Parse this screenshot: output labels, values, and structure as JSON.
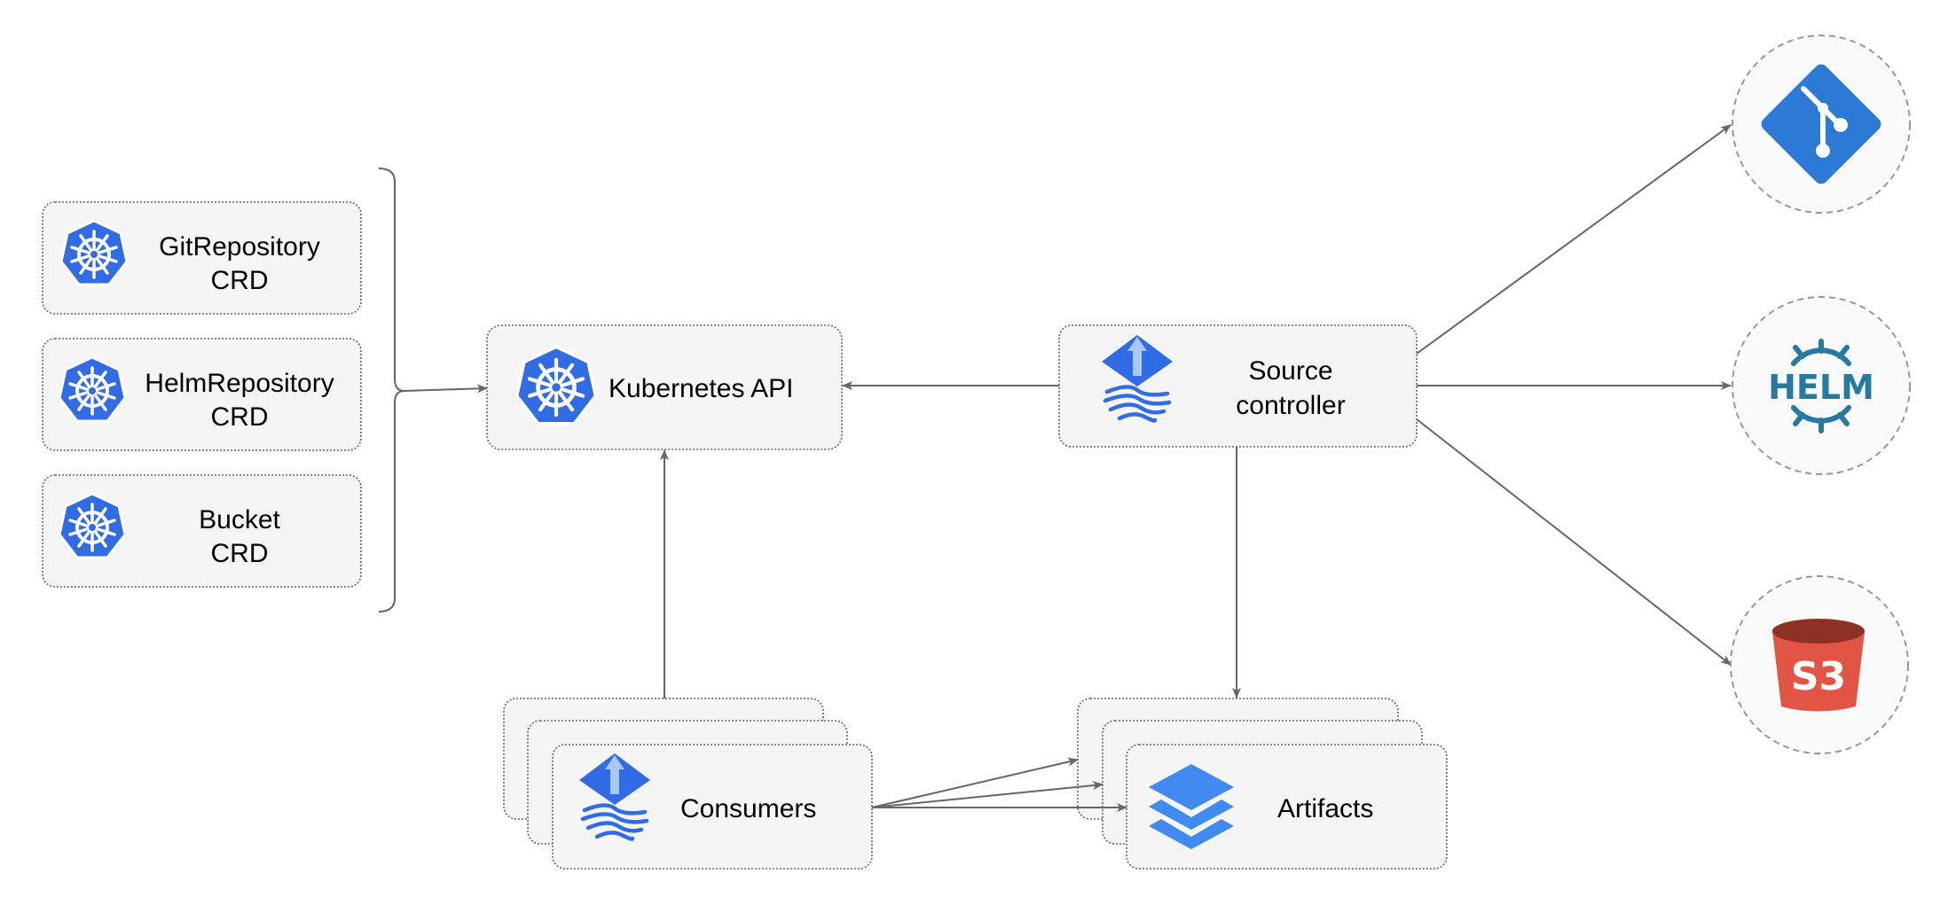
{
  "colors": {
    "k8s_blue": "#326ce5",
    "flux_blue": "#316ce6",
    "artifact_blue": "#418af0",
    "helm_blue": "#277a9f",
    "s3_red": "#e25444",
    "s3_dark": "#8c3123",
    "git_blue": "#2d79d6",
    "edge": "#666666",
    "box_fill": "#f5f5f5"
  },
  "crds": [
    {
      "line1": "GitRepository",
      "line2": "CRD",
      "icon": "kubernetes-icon"
    },
    {
      "line1": "HelmRepository",
      "line2": "CRD",
      "icon": "kubernetes-icon"
    },
    {
      "line1": "Bucket",
      "line2": "CRD",
      "icon": "kubernetes-icon"
    }
  ],
  "kubernetes_api": {
    "label": "Kubernetes API",
    "icon": "kubernetes-icon"
  },
  "source_controller": {
    "line1": "Source",
    "line2": "controller",
    "icon": "flux-icon"
  },
  "consumers": {
    "label": "Consumers",
    "icon": "flux-icon"
  },
  "artifacts": {
    "label": "Artifacts",
    "icon": "layers-icon"
  },
  "sources": [
    {
      "name": "git",
      "icon": "git-icon"
    },
    {
      "name": "helm",
      "icon": "helm-icon",
      "logo_text": "HELM"
    },
    {
      "name": "s3",
      "icon": "s3-bucket-icon",
      "logo_text": "S3"
    }
  ]
}
